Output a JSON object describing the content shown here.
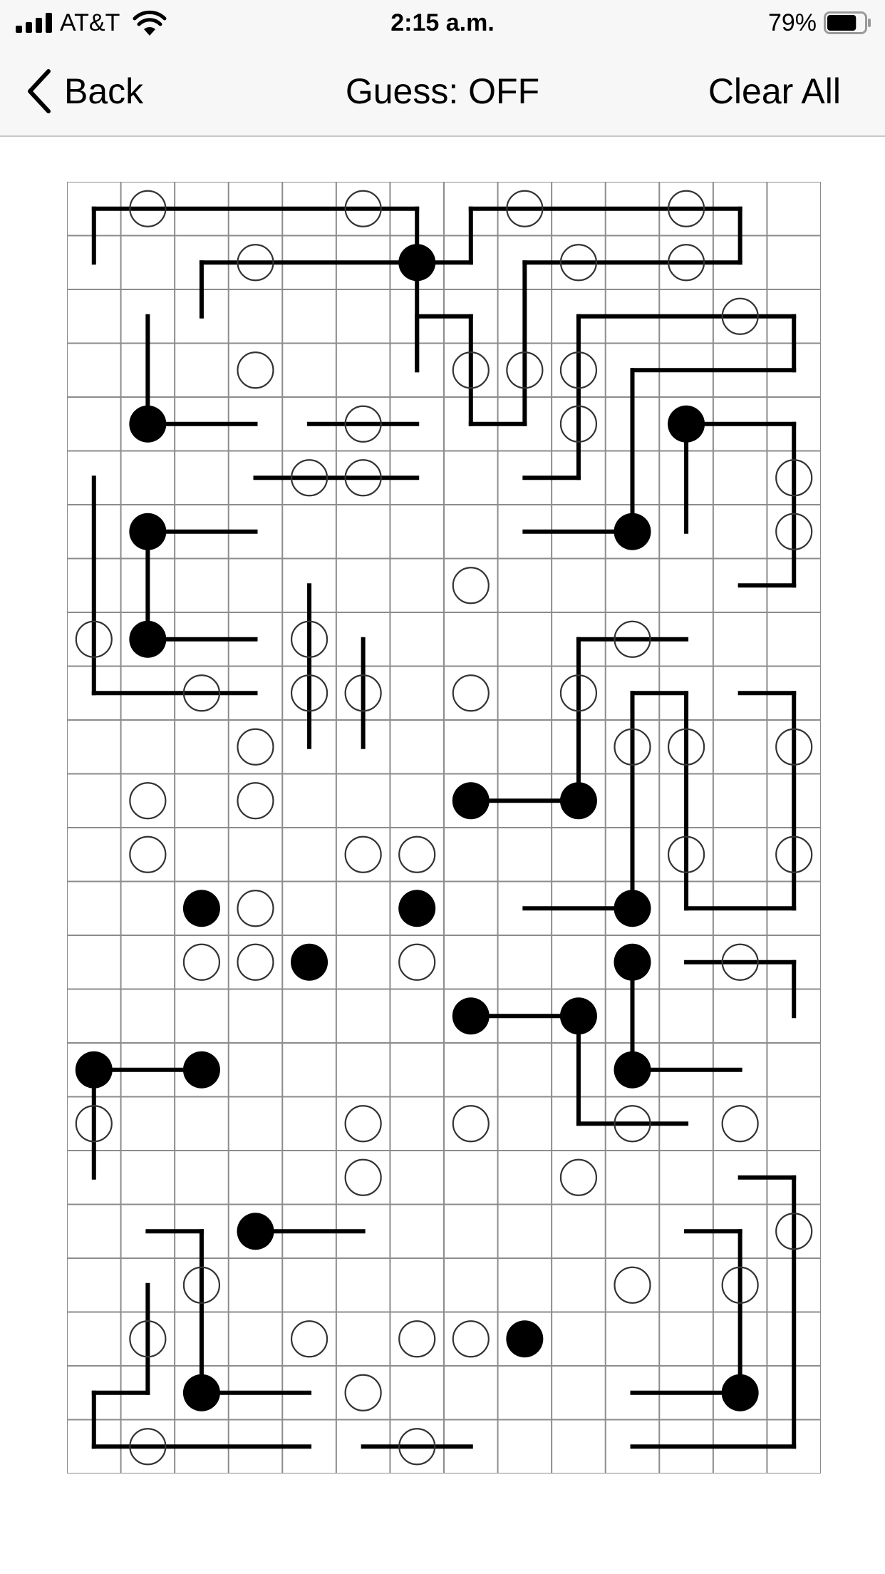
{
  "status_bar": {
    "carrier": "AT&T",
    "time": "2:15 a.m.",
    "battery_percent": "79%",
    "battery_level": 0.79,
    "icons": [
      "signal-bars-icon",
      "wifi-icon",
      "battery-icon"
    ]
  },
  "nav": {
    "back_label": "Back",
    "guess_label": "Guess: OFF",
    "clear_label": "Clear All",
    "icons": [
      "chevron-left-icon"
    ]
  },
  "puzzle": {
    "type": "masyu",
    "cols": 14,
    "rows": 24,
    "black_pearls": [
      [
        6,
        1
      ],
      [
        1,
        4
      ],
      [
        11,
        4
      ],
      [
        1,
        6
      ],
      [
        10,
        6
      ],
      [
        1,
        8
      ],
      [
        7,
        11
      ],
      [
        9,
        11
      ],
      [
        2,
        13
      ],
      [
        6,
        13
      ],
      [
        10,
        13
      ],
      [
        4,
        14
      ],
      [
        10,
        14
      ],
      [
        7,
        15
      ],
      [
        9,
        15
      ],
      [
        0,
        16
      ],
      [
        2,
        16
      ],
      [
        10,
        16
      ],
      [
        3,
        19
      ],
      [
        2,
        22
      ],
      [
        12,
        22
      ],
      [
        8,
        21
      ]
    ],
    "white_pearls": [
      [
        1,
        0
      ],
      [
        5,
        0
      ],
      [
        8,
        0
      ],
      [
        11,
        0
      ],
      [
        3,
        1
      ],
      [
        9,
        1
      ],
      [
        11,
        1
      ],
      [
        12,
        2
      ],
      [
        3,
        3
      ],
      [
        7,
        3
      ],
      [
        8,
        3
      ],
      [
        9,
        3
      ],
      [
        5,
        4
      ],
      [
        9,
        4
      ],
      [
        4,
        5
      ],
      [
        5,
        5
      ],
      [
        13,
        5
      ],
      [
        13,
        6
      ],
      [
        7,
        7
      ],
      [
        0,
        8
      ],
      [
        4,
        8
      ],
      [
        10,
        8
      ],
      [
        2,
        9
      ],
      [
        4,
        9
      ],
      [
        5,
        9
      ],
      [
        7,
        9
      ],
      [
        9,
        9
      ],
      [
        3,
        10
      ],
      [
        10,
        10
      ],
      [
        11,
        10
      ],
      [
        13,
        10
      ],
      [
        1,
        11
      ],
      [
        3,
        11
      ],
      [
        1,
        12
      ],
      [
        5,
        12
      ],
      [
        6,
        12
      ],
      [
        11,
        12
      ],
      [
        13,
        12
      ],
      [
        3,
        13
      ],
      [
        2,
        14
      ],
      [
        3,
        14
      ],
      [
        6,
        14
      ],
      [
        12,
        14
      ],
      [
        0,
        17
      ],
      [
        5,
        17
      ],
      [
        7,
        17
      ],
      [
        10,
        17
      ],
      [
        12,
        17
      ],
      [
        5,
        18
      ],
      [
        9,
        18
      ],
      [
        13,
        19
      ],
      [
        2,
        20
      ],
      [
        10,
        20
      ],
      [
        12,
        20
      ],
      [
        1,
        21
      ],
      [
        4,
        21
      ],
      [
        6,
        21
      ],
      [
        7,
        21
      ],
      [
        5,
        22
      ],
      [
        1,
        23
      ],
      [
        6,
        23
      ]
    ],
    "segments": [
      [
        0,
        1,
        0,
        0
      ],
      [
        0,
        0,
        6,
        0
      ],
      [
        6,
        0,
        6,
        1
      ],
      [
        6,
        1,
        7,
        1
      ],
      [
        7,
        1,
        7,
        0
      ],
      [
        7,
        0,
        12,
        0
      ],
      [
        12,
        0,
        12,
        1
      ],
      [
        12,
        1,
        8,
        1
      ],
      [
        8,
        1,
        8,
        4
      ],
      [
        8,
        4,
        7,
        4
      ],
      [
        7,
        4,
        7,
        2
      ],
      [
        7,
        2,
        6,
        2
      ],
      [
        6,
        2,
        6,
        3
      ],
      [
        2,
        2,
        2,
        1
      ],
      [
        2,
        1,
        6,
        1
      ],
      [
        6,
        1,
        6,
        3
      ],
      [
        1,
        2,
        1,
        4
      ],
      [
        1,
        4,
        3,
        4
      ],
      [
        4,
        4,
        6,
        4
      ],
      [
        3,
        5,
        6,
        5
      ],
      [
        8,
        5,
        9,
        5
      ],
      [
        9,
        5,
        9,
        2
      ],
      [
        9,
        2,
        13,
        2
      ],
      [
        13,
        2,
        13,
        3
      ],
      [
        13,
        3,
        10,
        3
      ],
      [
        10,
        3,
        10,
        6
      ],
      [
        10,
        6,
        8,
        6
      ],
      [
        11,
        6,
        11,
        4
      ],
      [
        11,
        4,
        13,
        4
      ],
      [
        13,
        4,
        13,
        7
      ],
      [
        13,
        7,
        12,
        7
      ],
      [
        0,
        5,
        0,
        9
      ],
      [
        0,
        9,
        3,
        9
      ],
      [
        1,
        6,
        3,
        6
      ],
      [
        1,
        6,
        1,
        8
      ],
      [
        1,
        8,
        3,
        8
      ],
      [
        4,
        7,
        4,
        10
      ],
      [
        5,
        8,
        5,
        10
      ],
      [
        11,
        8,
        9,
        8
      ],
      [
        9,
        8,
        9,
        11
      ],
      [
        9,
        11,
        7,
        11
      ],
      [
        10,
        13,
        10,
        9
      ],
      [
        10,
        9,
        11,
        9
      ],
      [
        11,
        9,
        11,
        13
      ],
      [
        11,
        13,
        13,
        13
      ],
      [
        13,
        13,
        13,
        9
      ],
      [
        13,
        9,
        12,
        9
      ],
      [
        8,
        13,
        10,
        13
      ],
      [
        11,
        14,
        13,
        14
      ],
      [
        13,
        14,
        13,
        15
      ],
      [
        10,
        14,
        10,
        16
      ],
      [
        10,
        16,
        12,
        16
      ],
      [
        7,
        15,
        9,
        15
      ],
      [
        9,
        15,
        9,
        17
      ],
      [
        9,
        17,
        11,
        17
      ],
      [
        0,
        16,
        2,
        16
      ],
      [
        0,
        16,
        0,
        18
      ],
      [
        3,
        19,
        5,
        19
      ],
      [
        12,
        18,
        13,
        18
      ],
      [
        13,
        18,
        13,
        23
      ],
      [
        13,
        23,
        10,
        23
      ],
      [
        11,
        19,
        12,
        19
      ],
      [
        12,
        19,
        12,
        22
      ],
      [
        12,
        22,
        10,
        22
      ],
      [
        1,
        19,
        2,
        19
      ],
      [
        2,
        19,
        2,
        22
      ],
      [
        2,
        22,
        4,
        22
      ],
      [
        1,
        20,
        1,
        22
      ],
      [
        1,
        22,
        0,
        22
      ],
      [
        0,
        22,
        0,
        23
      ],
      [
        0,
        23,
        4,
        23
      ],
      [
        5,
        23,
        7,
        23
      ]
    ]
  },
  "colors": {
    "bar_background": "#f7f7f7",
    "grid_line": "#8c8c8c",
    "pearl_black": "#000000",
    "pearl_white_stroke": "#333333",
    "path_line": "#000000"
  }
}
